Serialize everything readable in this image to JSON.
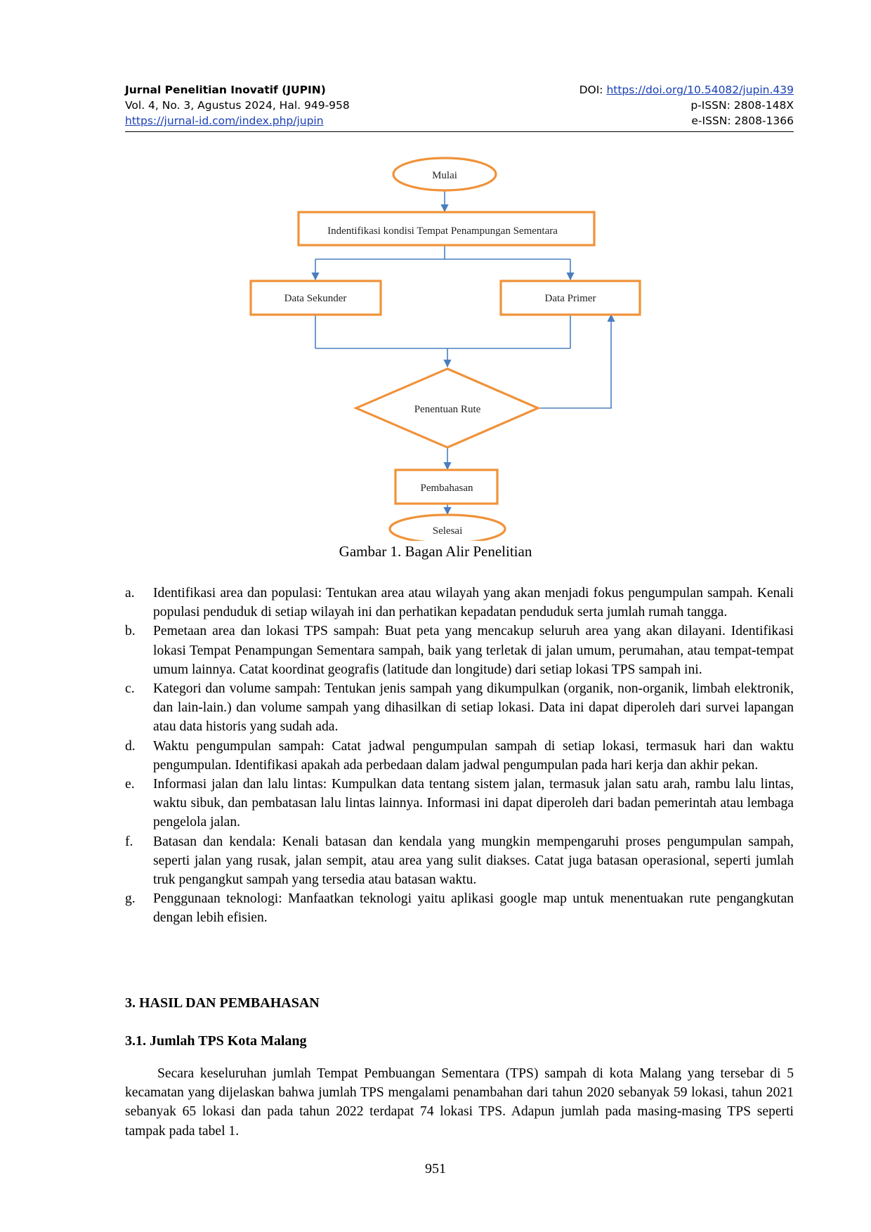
{
  "header": {
    "journal": "Jurnal Penelitian Inovatif (JUPIN)",
    "volume": "Vol. 4, No. 3, Agustus 2024, Hal. 949-958",
    "url": "https://jurnal-id.com/index.php/jupin",
    "doi_label": "DOI: ",
    "doi_link": "https://doi.org/10.54082/jupin.439",
    "pissn": "p-ISSN: 2808-148X",
    "eissn": "e-ISSN: 2808-1366"
  },
  "flowchart": {
    "start": "Mulai",
    "identify": "Indentifikasi kondisi Tempat Penampungan Sementara",
    "secondary": "Data Sekunder",
    "primary": "Data Primer",
    "decision": "Penentuan Rute",
    "discussion": "Pembahasan",
    "end": "Selesai",
    "shape_color": "#f0923a",
    "arrow_color": "#4a7ebf"
  },
  "caption": "Gambar 1. Bagan Alir Penelitian",
  "list": [
    {
      "marker": "a.",
      "text": "Identifikasi area dan populasi: Tentukan area atau wilayah yang akan menjadi fokus pengumpulan sampah. Kenali populasi penduduk di setiap wilayah ini dan perhatikan kepadatan penduduk serta jumlah rumah tangga."
    },
    {
      "marker": "b.",
      "text": "Pemetaan area dan lokasi TPS sampah: Buat peta yang mencakup seluruh area yang akan dilayani. Identifikasi lokasi Tempat Penampungan Sementara sampah, baik yang terletak di jalan umum, perumahan, atau tempat-tempat umum lainnya. Catat koordinat geografis (latitude dan longitude) dari setiap lokasi TPS sampah ini."
    },
    {
      "marker": "c.",
      "text": "Kategori dan volume sampah: Tentukan jenis sampah yang dikumpulkan (organik, non-organik, limbah elektronik, dan lain-lain.) dan volume sampah yang dihasilkan di setiap lokasi. Data ini dapat diperoleh dari survei lapangan atau data historis yang sudah ada."
    },
    {
      "marker": "d.",
      "text": "Waktu pengumpulan sampah: Catat jadwal pengumpulan sampah di setiap lokasi, termasuk hari dan waktu pengumpulan. Identifikasi apakah ada perbedaan dalam jadwal pengumpulan pada hari kerja dan akhir pekan."
    },
    {
      "marker": "e.",
      "text": "Informasi jalan dan lalu lintas: Kumpulkan data tentang sistem jalan, termasuk jalan satu arah, rambu lalu lintas, waktu sibuk, dan pembatasan lalu lintas lainnya. Informasi ini dapat diperoleh dari badan pemerintah atau lembaga pengelola jalan."
    },
    {
      "marker": "f.",
      "text": "Batasan dan kendala: Kenali batasan dan kendala yang mungkin mempengaruhi proses pengumpulan sampah, seperti jalan yang rusak, jalan sempit, atau area yang sulit diakses. Catat juga batasan operasional, seperti jumlah truk pengangkut sampah yang tersedia atau batasan waktu."
    },
    {
      "marker": "g.",
      "text": "Penggunaan teknologi: Manfaatkan teknologi yaitu aplikasi google map untuk menentuakan rute pengangkutan dengan lebih efisien."
    }
  ],
  "section_heading": "3.   HASIL DAN PEMBAHASAN",
  "subsection_heading": "3.1. Jumlah TPS Kota Malang",
  "paragraph": "Secara keseluruhan jumlah Tempat Pembuangan Sementara (TPS) sampah di kota Malang yang tersebar di 5 kecamatan yang dijelaskan bahwa jumlah TPS mengalami penambahan dari tahun 2020 sebanyak 59 lokasi, tahun 2021 sebanyak 65 lokasi dan pada tahun 2022 terdapat 74 lokasi TPS. Adapun jumlah pada masing-masing TPS seperti tampak pada tabel 1.",
  "page_number": "951"
}
